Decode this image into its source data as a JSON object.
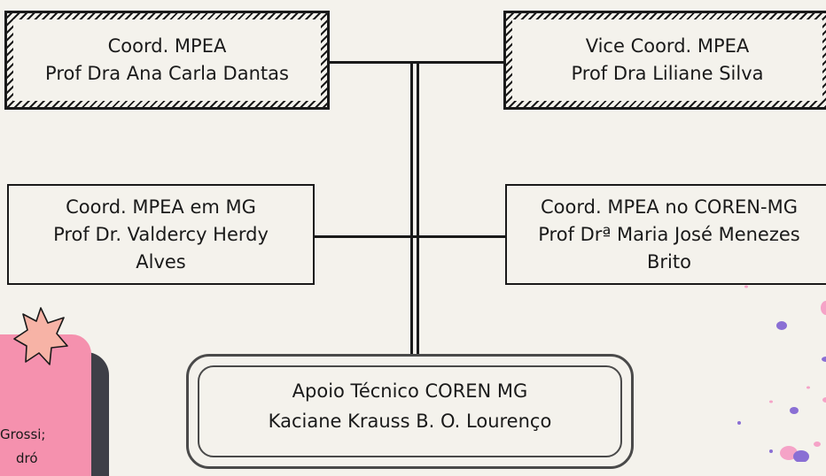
{
  "coordinator": {
    "line1": "Coord. MPEA",
    "line2": "Prof Dra Ana Carla  Dantas"
  },
  "vice_coordinator": {
    "line1": "Vice Coord. MPEA",
    "line2": "Prof Dra Liliane Silva"
  },
  "coordinator_mg": {
    "line1": "Coord. MPEA em MG",
    "line2": "Prof Dr. Valdercy Herdy",
    "line3": "Alves"
  },
  "coordinator_coren": {
    "line1": "Coord. MPEA no COREN-MG",
    "line2": "Prof Drª Maria José Menezes",
    "line3": "Brito"
  },
  "support": {
    "line1": "Apoio Técnico COREN MG",
    "line2": "Kaciane Krauss B. O. Lourenço"
  },
  "side_card": {
    "line1": "Grossi;",
    "line2": "dró"
  },
  "colors": {
    "background": "#f4f2ec",
    "card_pink": "#f591ae",
    "card_shadow": "#3e3f47",
    "star_fill": "#f7b3a6",
    "confetti_purple": "#8a6fd4",
    "confetti_pink": "#f5a3c7"
  }
}
